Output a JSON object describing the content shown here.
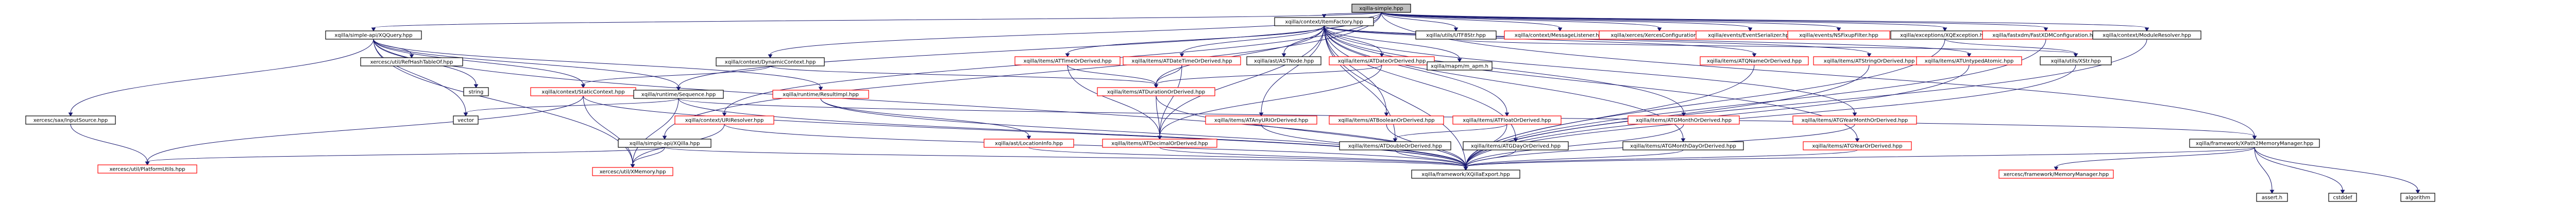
{
  "colors": {
    "edge": "#191970",
    "normal_border": "#000000",
    "missing_border": "#ff0000",
    "root_fill": "#bfbfbf",
    "node_fill": "#ffffff",
    "text": "#000000"
  },
  "nodes": [
    {
      "id": "root",
      "label": "xqilla-simple.hpp",
      "kind": "root"
    },
    {
      "id": "simple-api-xqquery",
      "label": "xqilla/simple-api/XQQuery.hpp",
      "kind": "normal"
    },
    {
      "id": "itemfactory",
      "label": "xqilla/context/ItemFactory.hpp",
      "kind": "normal"
    },
    {
      "id": "utf8str",
      "label": "xqilla/utils/UTF8Str.hpp",
      "kind": "normal"
    },
    {
      "id": "messagelistener",
      "label": "xqilla/context/MessageListener.hpp",
      "kind": "missing"
    },
    {
      "id": "xercesconfig",
      "label": "xqilla/xerces/XercesConfiguration.hpp",
      "kind": "missing"
    },
    {
      "id": "eventserializer",
      "label": "xqilla/events/EventSerializer.hpp",
      "kind": "missing"
    },
    {
      "id": "nsfixupfilter",
      "label": "xqilla/events/NSFixupFilter.hpp",
      "kind": "missing"
    },
    {
      "id": "xqexception",
      "label": "xqilla/exceptions/XQException.hpp",
      "kind": "normal"
    },
    {
      "id": "fastxdmconfig",
      "label": "xqilla/fastxdm/FastXDMConfiguration.hpp",
      "kind": "missing"
    },
    {
      "id": "moduleresolver",
      "label": "xqilla/context/ModuleResolver.hpp",
      "kind": "normal"
    },
    {
      "id": "dynamiccontext",
      "label": "xqilla/context/DynamicContext.hpp",
      "kind": "normal"
    },
    {
      "id": "refhashtableof",
      "label": "xercesc/util/RefHashTableOf.hpp",
      "kind": "normal"
    },
    {
      "id": "string",
      "label": "string",
      "kind": "normal"
    },
    {
      "id": "staticcontext",
      "label": "xqilla/context/StaticContext.hpp",
      "kind": "missing"
    },
    {
      "id": "runtime-sequence",
      "label": "xqilla/runtime/Sequence.hpp",
      "kind": "normal"
    },
    {
      "id": "resultimpl",
      "label": "xqilla/runtime/ResultImpl.hpp",
      "kind": "missing"
    },
    {
      "id": "uriresolver",
      "label": "xqilla/context/URIResolver.hpp",
      "kind": "missing"
    },
    {
      "id": "atomicderived",
      "label": "xqilla/items/ATTimeOrDerived.hpp",
      "kind": "missing"
    },
    {
      "id": "datetimeorderived",
      "label": "xqilla/items/ATDateTimeOrDerived.hpp",
      "kind": "missing"
    },
    {
      "id": "astnode",
      "label": "xqilla/ast/ASTNode.hpp",
      "kind": "normal"
    },
    {
      "id": "dateorderived",
      "label": "xqilla/items/ATDateOrDerived.hpp",
      "kind": "missing"
    },
    {
      "id": "mapm",
      "label": "xqilla/mapm/m_apm.h",
      "kind": "normal"
    },
    {
      "id": "qnameorderived",
      "label": "xqilla/items/ATQNameOrDerived.hpp",
      "kind": "missing"
    },
    {
      "id": "stringorderived",
      "label": "xqilla/items/ATStringOrDerived.hpp",
      "kind": "missing"
    },
    {
      "id": "funcatomic",
      "label": "xqilla/items/ATUntypedAtomic.hpp",
      "kind": "missing"
    },
    {
      "id": "xqillaxport",
      "label": "xqilla/utils/XStr.hpp",
      "kind": "normal"
    },
    {
      "id": "inputsource",
      "label": "xercesc/sax/InputSource.hpp",
      "kind": "normal"
    },
    {
      "id": "vector",
      "label": "vector",
      "kind": "normal"
    },
    {
      "id": "durationorderived",
      "label": "xqilla/items/ATDurationOrDerived.hpp",
      "kind": "missing"
    },
    {
      "id": "anyuriorderived",
      "label": "xqilla/items/ATAnyURIOrDerived.hpp",
      "kind": "missing"
    },
    {
      "id": "booleanorderived",
      "label": "xqilla/items/ATBooleanOrDerived.hpp",
      "kind": "missing"
    },
    {
      "id": "floatorderived",
      "label": "xqilla/items/ATFloatOrDerived.hpp",
      "kind": "missing"
    },
    {
      "id": "gmonthorderived",
      "label": "xqilla/items/ATGMonthOrDerived.hpp",
      "kind": "missing"
    },
    {
      "id": "gyearmonthorderived",
      "label": "xqilla/items/ATGYearMonthOrDerived.hpp",
      "kind": "missing"
    },
    {
      "id": "simple-xqilla",
      "label": "xqilla/simple-api/XQilla.hpp",
      "kind": "normal"
    },
    {
      "id": "locationinfo",
      "label": "xqilla/ast/LocationInfo.hpp",
      "kind": "missing"
    },
    {
      "id": "decimalorderived",
      "label": "xqilla/items/ATDecimalOrDerived.hpp",
      "kind": "missing"
    },
    {
      "id": "doubleorderived",
      "label": "xqilla/items/ATDoubleOrDerived.hpp",
      "kind": "normal"
    },
    {
      "id": "gdayorderived",
      "label": "xqilla/items/ATGDayOrDerived.hpp",
      "kind": "normal"
    },
    {
      "id": "gmonthdayorderived",
      "label": "xqilla/items/ATGMonthDayOrDerived.hpp",
      "kind": "normal"
    },
    {
      "id": "gyearorderived",
      "label": "xqilla/items/ATGYearOrDerived.hpp",
      "kind": "missing"
    },
    {
      "id": "xpath2memorymanager",
      "label": "xqilla/framework/XPath2MemoryManager.hpp",
      "kind": "normal"
    },
    {
      "id": "platformutils",
      "label": "xercesc/util/PlatformUtils.hpp",
      "kind": "missing"
    },
    {
      "id": "xmemory",
      "label": "xercesc/util/XMemory.hpp",
      "kind": "missing"
    },
    {
      "id": "xqillaexport",
      "label": "xqilla/framework/XQillaExport.hpp",
      "kind": "normal"
    },
    {
      "id": "memorymanager",
      "label": "xercesc/framework/MemoryManager.hpp",
      "kind": "missing"
    },
    {
      "id": "assert",
      "label": "assert.h",
      "kind": "normal"
    },
    {
      "id": "cstddef",
      "label": "cstddef",
      "kind": "normal"
    },
    {
      "id": "algorithm",
      "label": "algorithm",
      "kind": "normal"
    }
  ]
}
